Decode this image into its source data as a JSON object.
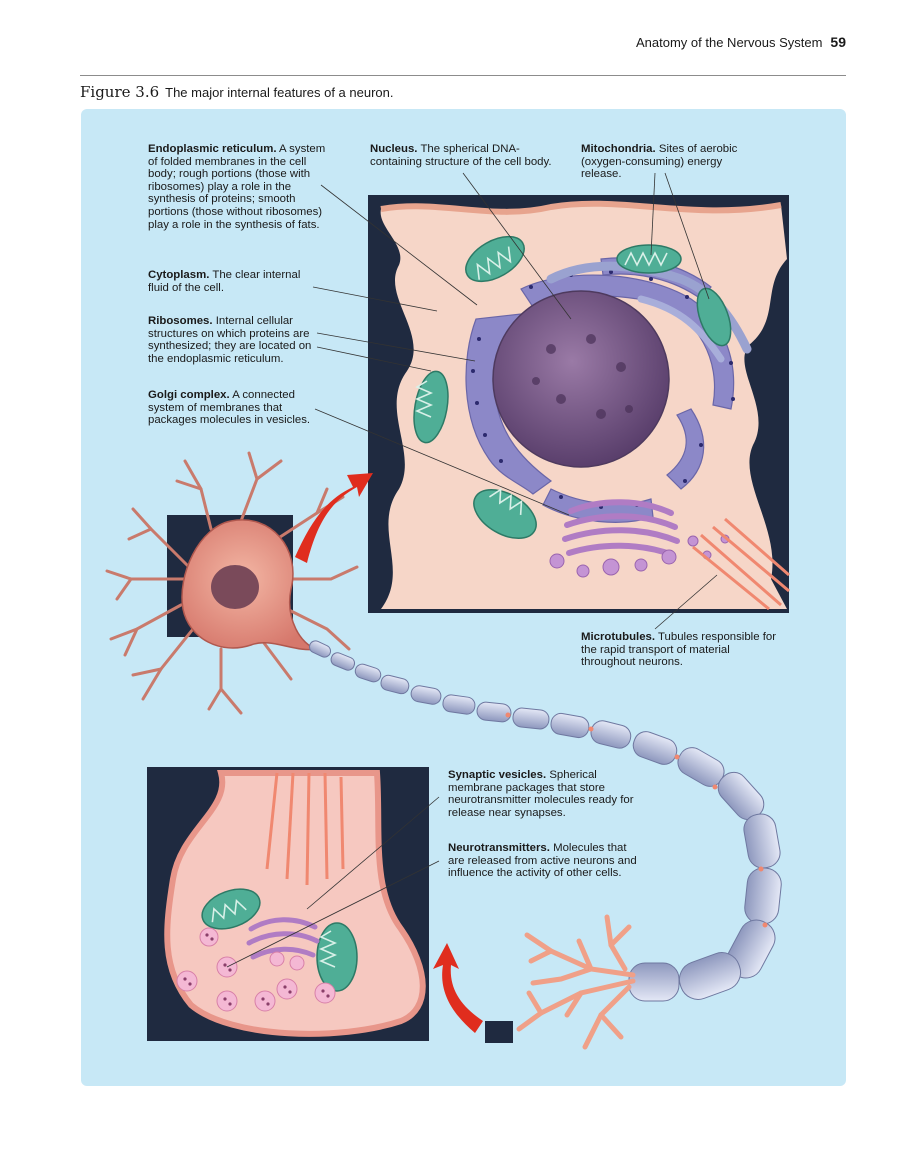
{
  "header": {
    "section_title": "Anatomy of the Nervous System",
    "page_number": "59"
  },
  "figure": {
    "number": "Figure 3.6",
    "caption": "The major internal features of a neuron."
  },
  "labels": {
    "er": {
      "term": "Endoplasmic reticulum.",
      "desc": "A system of folded membranes in the cell body; rough portions (those with ribosomes) play a role in the synthesis of proteins; smooth portions (those without ribosomes) play a role in the synthesis of fats."
    },
    "nucleus": {
      "term": "Nucleus.",
      "desc": "The spherical DNA-containing structure of the cell body."
    },
    "mito": {
      "term": "Mitochondria.",
      "desc": "Sites of aerobic (oxygen-consuming) energy release."
    },
    "cytoplasm": {
      "term": "Cytoplasm.",
      "desc": "The clear internal fluid of the cell."
    },
    "ribosomes": {
      "term": "Ribosomes.",
      "desc": "Internal cellular structures on which proteins are synthesized; they are located on the endoplasmic reticulum."
    },
    "golgi": {
      "term": "Golgi complex.",
      "desc": "A connected system of membranes that packages molecules in vesicles."
    },
    "microtubules": {
      "term": "Microtubules.",
      "desc": "Tubules responsible for the rapid transport of material throughout neurons."
    },
    "vesicles": {
      "term": "Synaptic vesicles.",
      "desc": "Spherical membrane packages that store neurotransmitter molecules ready for release near synapses."
    },
    "neurotransmitters": {
      "term": "Neurotransmitters.",
      "desc": "Molecules that are released from active neurons and influence the activity of other cells."
    }
  },
  "colors": {
    "panel": "#c7e8f6",
    "cytoplasm": "#f6d6c8",
    "er": "#8c88c8",
    "mitochondria": "#4fae96",
    "golgi": "#b07cc4",
    "arrow": "#e02d1e",
    "axon": "#aab4d4"
  }
}
